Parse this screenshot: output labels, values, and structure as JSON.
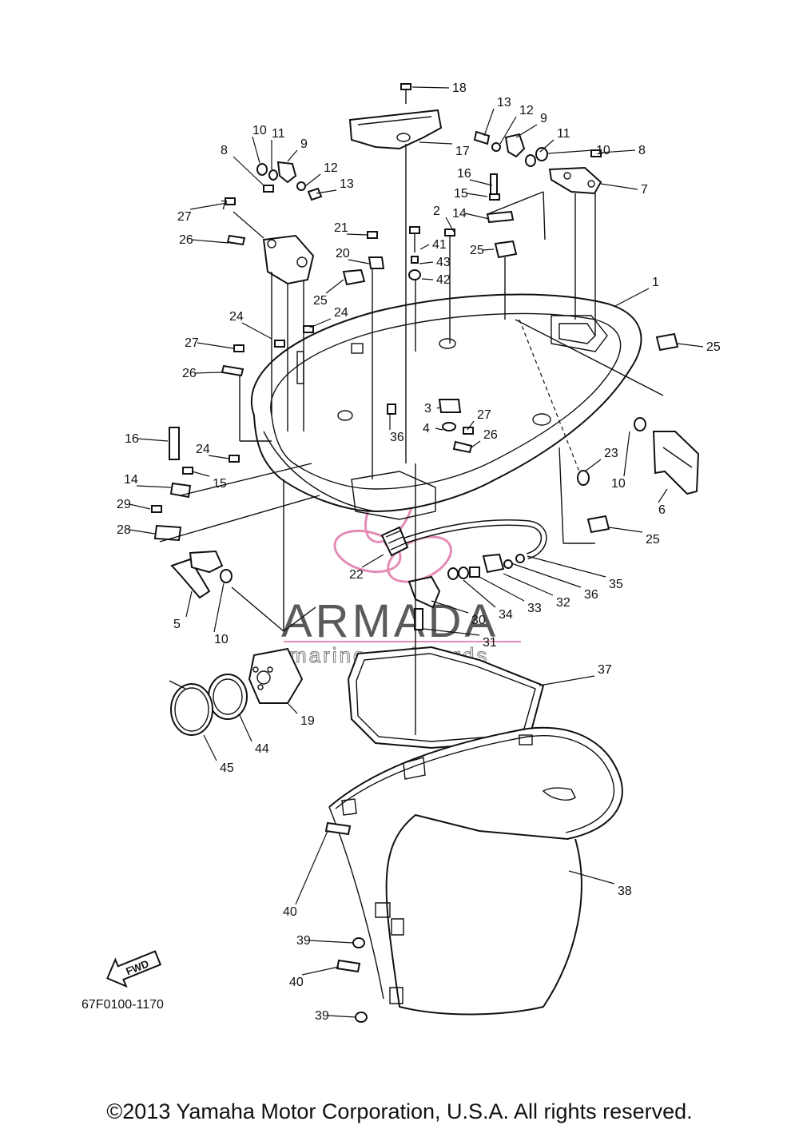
{
  "diagram": {
    "part_code": "67F0100-1170",
    "fwd_label": "FWD",
    "watermark": {
      "brand": "ARMADA",
      "tagline": "marine outboards",
      "accent_color": "#e38bb5"
    },
    "copyright": "©2013 Yamaha Motor Corporation, U.S.A. All rights reserved.",
    "callouts": [
      "18",
      "13",
      "12",
      "9",
      "11",
      "10",
      "8",
      "16",
      "7",
      "15",
      "2",
      "14",
      "41",
      "25",
      "43",
      "42",
      "1",
      "17",
      "10",
      "11",
      "9",
      "12",
      "13",
      "8",
      "7",
      "27",
      "26",
      "21",
      "20",
      "25",
      "24",
      "24",
      "27",
      "26",
      "25",
      "3",
      "27",
      "4",
      "26",
      "36",
      "16",
      "24",
      "15",
      "14",
      "29",
      "28",
      "23",
      "10",
      "6",
      "25",
      "22",
      "5",
      "10",
      "35",
      "36",
      "32",
      "33",
      "34",
      "30",
      "31",
      "37",
      "19",
      "44",
      "45",
      "38",
      "40",
      "39",
      "40",
      "39"
    ]
  }
}
